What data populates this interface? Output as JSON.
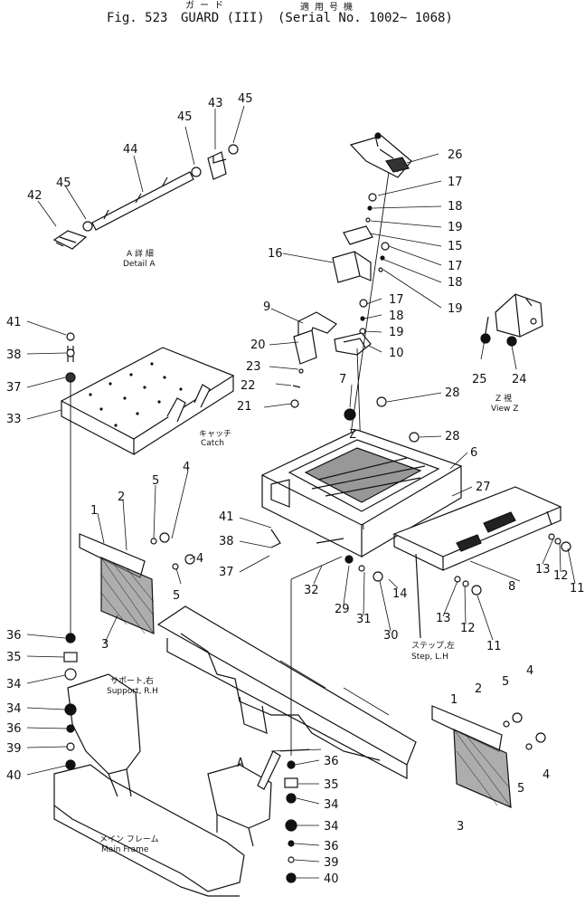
{
  "header": {
    "title_jp": "ガ ー ド",
    "fig": "Fig. 523",
    "title": "GUARD (III)",
    "serial_jp": "適 用 号 機",
    "serial": "(Serial No. 1002~ 1068)"
  },
  "captions": {
    "detail_jp": "A 詳 細",
    "detail": "Detail A",
    "catch_jp": "キャッチ",
    "catch": "Catch",
    "view_jp": "Z 視",
    "view": "View Z",
    "support_jp": "サポート,右",
    "support": "Support, R.H",
    "step_jp": "ステップ,左",
    "step": "Step, L.H",
    "frame_jp": "メイン フレーム",
    "frame": "Main Frame",
    "marker_a": "A",
    "marker_z": "Z"
  },
  "callouts": [
    "45",
    "43",
    "45",
    "44",
    "45",
    "42",
    "26",
    "17",
    "18",
    "19",
    "15",
    "17",
    "18",
    "19",
    "16",
    "17",
    "18",
    "19",
    "9",
    "10",
    "20",
    "23",
    "22",
    "21",
    "7",
    "28",
    "28",
    "6",
    "27",
    "25",
    "24",
    "41",
    "38",
    "37",
    "33",
    "5",
    "4",
    "2",
    "1",
    "5",
    "4",
    "3",
    "41",
    "38",
    "37",
    "32",
    "29",
    "31",
    "30",
    "14",
    "8",
    "13",
    "12",
    "11",
    "13",
    "12",
    "11",
    "36",
    "35",
    "34",
    "34",
    "36",
    "39",
    "40",
    "36",
    "35",
    "34",
    "34",
    "36",
    "39",
    "40",
    "2",
    "5",
    "4",
    "1",
    "5",
    "4",
    "3"
  ]
}
